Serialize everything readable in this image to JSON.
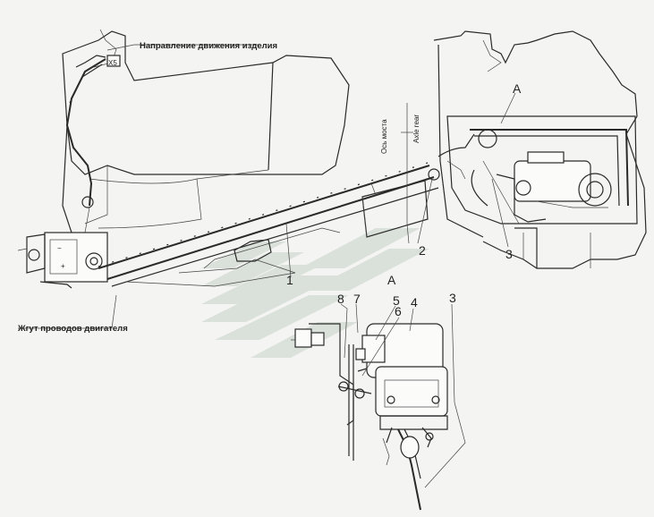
{
  "labels": {
    "direction": "Направление движения изделия",
    "harness": "Жгут проводов двигателя",
    "axle_ru": "Ось моста",
    "axle_en": "Axle rear",
    "connector": "X5"
  },
  "callouts": {
    "n1": "1",
    "n2": "2",
    "n3_top": "3",
    "n3_bottom": "3",
    "n4": "4",
    "n5": "5",
    "n6": "6",
    "n7": "7",
    "n8": "8",
    "view_a_top": "A",
    "view_a_detail": "A"
  },
  "colors": {
    "line": "#2a2a2a",
    "watermark": "#c6d2c8"
  }
}
